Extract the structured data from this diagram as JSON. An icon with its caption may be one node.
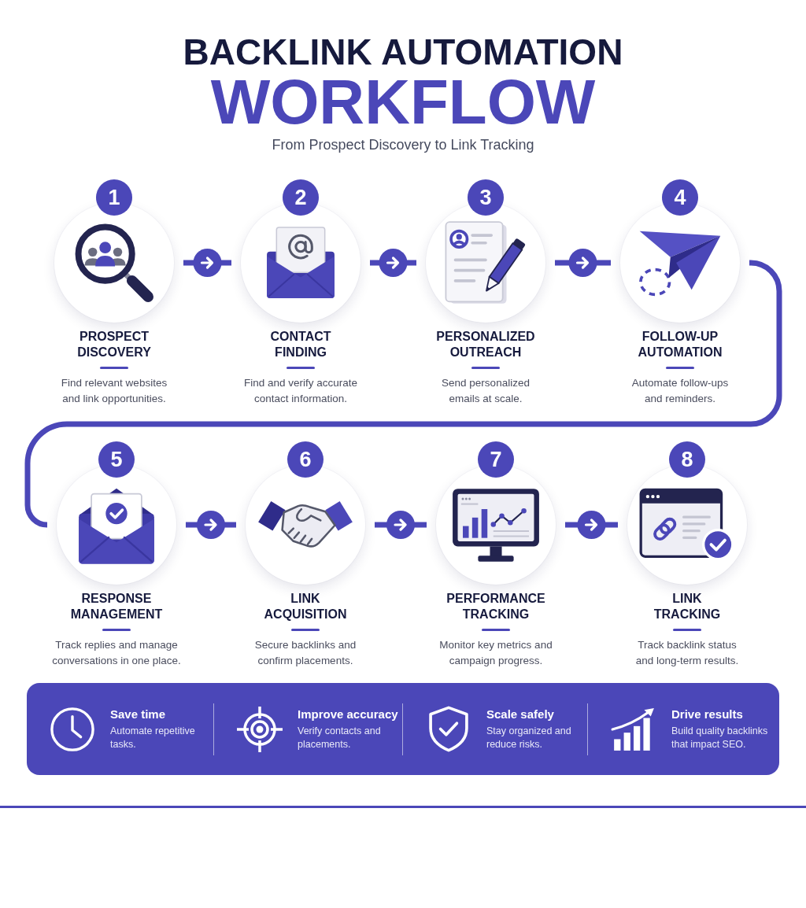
{
  "diagram": {
    "title": "BACKLINK AUTOMATION WORKFLOW",
    "nodes": [
      {
        "text": [
          "1",
          "PROSPECT DISCOVERY",
          "Find relevant websites and link opportunities."
        ]
      },
      {
        "text": [
          "2",
          "CONTACT FINDING",
          "Find and verify accurate contact information."
        ]
      },
      {
        "text": [
          "3",
          "PERSONALIZED OUTREACH",
          "Send personalized emails at scale."
        ]
      },
      {
        "text": [
          "4",
          "FOLLOW-UP AUTOMATION",
          "Automate follow-ups and reminders."
        ]
      },
      {
        "text": [
          "5",
          "RESPONSE MANAGEMENT",
          "Track replies and manage conversations in one place."
        ]
      },
      {
        "text": [
          "6",
          "LINK ACQUISITION",
          "Secure backlinks and confirm placements."
        ]
      },
      {
        "text": [
          "7",
          "PERFORMANCE TRACKING",
          "Monitor key metrics and campaign progress."
        ]
      },
      {
        "text": [
          "8",
          "LINK TRACKING",
          "Track backlink status and long-term results."
        ]
      },
      {
        "text": [
          "Save time",
          "Automate repetitive tasks.",
          "Improve accuracy",
          "Verify contacts and placements.",
          "Scale safely",
          "Stay organized and reduce risks.",
          "Drive results",
          "Build quality backlinks that impact SEO."
        ]
      }
    ],
    "edges": [
      {
        "from": 0,
        "to": 1,
        "arrow": "to"
      },
      {
        "from": 1,
        "to": 2,
        "arrow": "to"
      },
      {
        "from": 2,
        "to": 3,
        "arrow": "to"
      },
      {
        "from": 3,
        "to": 4,
        "arrow": "none"
      },
      {
        "from": 4,
        "to": 5,
        "arrow": "to"
      },
      {
        "from": 5,
        "to": 6,
        "arrow": "to"
      },
      {
        "from": 6,
        "to": 7,
        "arrow": "to"
      }
    ],
    "labels": [
      "From Prospect Discovery to Link Tracking"
    ]
  }
}
